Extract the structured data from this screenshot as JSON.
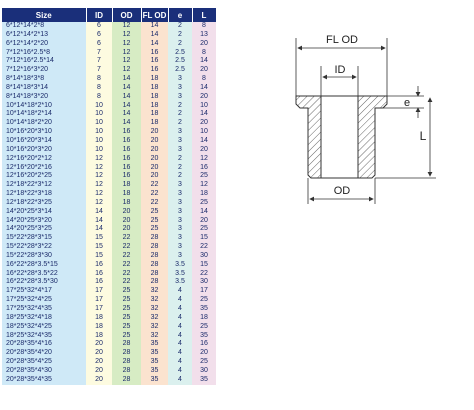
{
  "table": {
    "headers": [
      "Size",
      "ID",
      "OD",
      "FL OD",
      "e",
      "L"
    ],
    "rows": [
      [
        "6*12*14*2*8",
        "6",
        "12",
        "14",
        "2",
        "8"
      ],
      [
        "6*12*14*2*13",
        "6",
        "12",
        "14",
        "2",
        "13"
      ],
      [
        "6*12*14*2*20",
        "6",
        "12",
        "14",
        "2",
        "20"
      ],
      [
        "7*12*16*2.5*8",
        "7",
        "12",
        "16",
        "2.5",
        "8"
      ],
      [
        "7*12*16*2.5*14",
        "7",
        "12",
        "16",
        "2.5",
        "14"
      ],
      [
        "7*12*16*3*20",
        "7",
        "12",
        "16",
        "2.5",
        "20"
      ],
      [
        "8*14*18*3*8",
        "8",
        "14",
        "18",
        "3",
        "8"
      ],
      [
        "8*14*18*3*14",
        "8",
        "14",
        "18",
        "3",
        "14"
      ],
      [
        "8*14*18*3*20",
        "8",
        "14",
        "18",
        "3",
        "20"
      ],
      [
        "10*14*18*2*10",
        "10",
        "14",
        "18",
        "2",
        "10"
      ],
      [
        "10*14*18*2*14",
        "10",
        "14",
        "18",
        "2",
        "14"
      ],
      [
        "10*14*18*2*20",
        "10",
        "14",
        "18",
        "2",
        "20"
      ],
      [
        "10*16*20*3*10",
        "10",
        "16",
        "20",
        "3",
        "10"
      ],
      [
        "10*16*20*3*14",
        "10",
        "16",
        "20",
        "3",
        "14"
      ],
      [
        "10*16*20*3*20",
        "10",
        "16",
        "20",
        "3",
        "20"
      ],
      [
        "12*16*20*2*12",
        "12",
        "16",
        "20",
        "2",
        "12"
      ],
      [
        "12*16*20*2*16",
        "12",
        "16",
        "20",
        "2",
        "16"
      ],
      [
        "12*16*20*2*25",
        "12",
        "16",
        "20",
        "2",
        "25"
      ],
      [
        "12*18*22*3*12",
        "12",
        "18",
        "22",
        "3",
        "12"
      ],
      [
        "12*18*22*3*18",
        "12",
        "18",
        "22",
        "3",
        "18"
      ],
      [
        "12*18*22*3*25",
        "12",
        "18",
        "22",
        "3",
        "25"
      ],
      [
        "14*20*25*3*14",
        "14",
        "20",
        "25",
        "3",
        "14"
      ],
      [
        "14*20*25*3*20",
        "14",
        "20",
        "25",
        "3",
        "20"
      ],
      [
        "14*20*25*3*25",
        "14",
        "20",
        "25",
        "3",
        "25"
      ],
      [
        "15*22*28*3*15",
        "15",
        "22",
        "28",
        "3",
        "15"
      ],
      [
        "15*22*28*3*22",
        "15",
        "22",
        "28",
        "3",
        "22"
      ],
      [
        "15*22*28*3*30",
        "15",
        "22",
        "28",
        "3",
        "30"
      ],
      [
        "16*22*28*3.5*15",
        "16",
        "22",
        "28",
        "3.5",
        "15"
      ],
      [
        "16*22*28*3.5*22",
        "16",
        "22",
        "28",
        "3.5",
        "22"
      ],
      [
        "16*22*28*3.5*30",
        "16",
        "22",
        "28",
        "3.5",
        "30"
      ],
      [
        "17*25*32*4*17",
        "17",
        "25",
        "32",
        "4",
        "17"
      ],
      [
        "17*25*32*4*25",
        "17",
        "25",
        "32",
        "4",
        "25"
      ],
      [
        "17*25*32*4*35",
        "17",
        "25",
        "32",
        "4",
        "35"
      ],
      [
        "18*25*32*4*18",
        "18",
        "25",
        "32",
        "4",
        "18"
      ],
      [
        "18*25*32*4*25",
        "18",
        "25",
        "32",
        "4",
        "25"
      ],
      [
        "18*25*32*4*35",
        "18",
        "25",
        "32",
        "4",
        "35"
      ],
      [
        "20*28*35*4*16",
        "20",
        "28",
        "35",
        "4",
        "16"
      ],
      [
        "20*28*35*4*20",
        "20",
        "28",
        "35",
        "4",
        "20"
      ],
      [
        "20*28*35*4*25",
        "20",
        "28",
        "35",
        "4",
        "25"
      ],
      [
        "20*28*35*4*30",
        "20",
        "28",
        "35",
        "4",
        "30"
      ],
      [
        "20*28*35*4*35",
        "20",
        "28",
        "35",
        "4",
        "35"
      ]
    ]
  },
  "diagram": {
    "labels": {
      "fl_od": "FL OD",
      "id": "ID",
      "e": "e",
      "l": "L",
      "od": "OD"
    }
  },
  "colors": {
    "header_bg": "#1a2f7a",
    "header_text": "#ffffff",
    "cell_text": "#1a2a6a",
    "col_size": "#cfe9f7",
    "col_id": "#fdfbe0",
    "col_od": "#d7ecc4",
    "col_fl_od": "#fbe3cf",
    "col_e": "#dbf0ee",
    "col_l": "#f2dfeb",
    "drawing_line": "#333333"
  }
}
